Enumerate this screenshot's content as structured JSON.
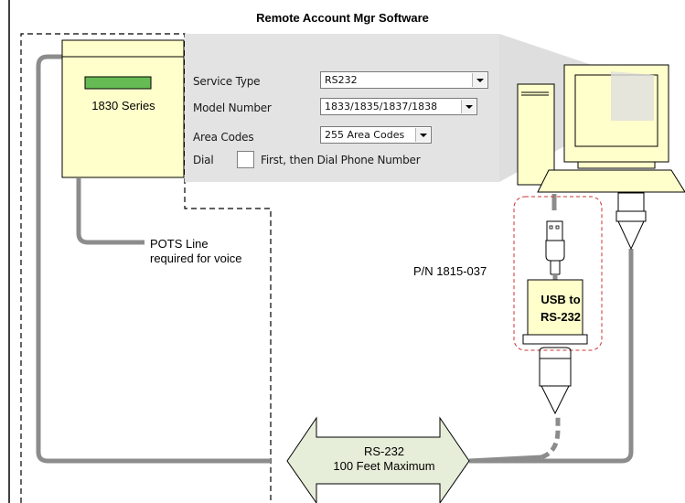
{
  "title": "Remote Account Mgr Software",
  "software_panel": {
    "service_type": {
      "label": "Service Type",
      "value": "RS232"
    },
    "model_number": {
      "label": "Model Number",
      "value": "1833/1835/1837/1838"
    },
    "area_codes": {
      "label": "Area Codes",
      "value": "255 Area Codes"
    },
    "dial": {
      "label": "Dial",
      "suffix": "First, then Dial Phone Number"
    }
  },
  "device": {
    "label": "1830 Series"
  },
  "pots": {
    "line1": "POTS Line",
    "line2": "required for voice"
  },
  "adapter": {
    "part_number": "P/N 1815-037",
    "line1": "USB to",
    "line2": "RS-232"
  },
  "cable": {
    "line1": "RS-232",
    "line2": "100 Feet Maximum"
  },
  "colors": {
    "cable": "#8c8c8c",
    "device_fill": "#ffffcc",
    "indicator": "#66bb55",
    "arrow_fill": "#e6edd8",
    "dash_red": "#cc3333"
  }
}
